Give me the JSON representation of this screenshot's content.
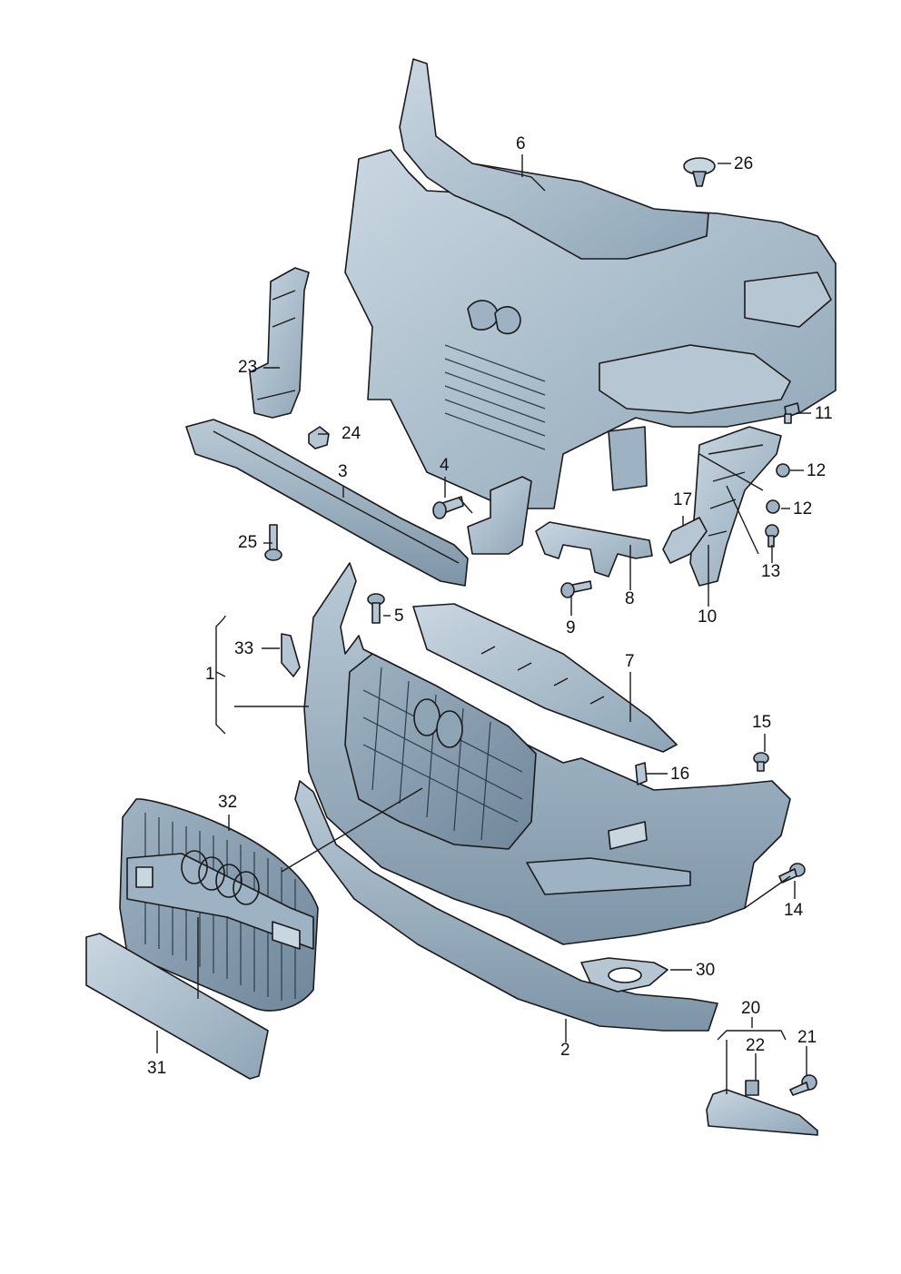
{
  "labels": {
    "l1": "1",
    "l2": "2",
    "l3": "3",
    "l4": "4",
    "l5": "5",
    "l6": "6",
    "l7": "7",
    "l8": "8",
    "l9": "9",
    "l10": "10",
    "l11": "11",
    "l12a": "12",
    "l12b": "12",
    "l13": "13",
    "l14": "14",
    "l15": "15",
    "l16": "16",
    "l17": "17",
    "l20": "20",
    "l21": "21",
    "l22": "22",
    "l23": "23",
    "l24": "24",
    "l25": "25",
    "l26": "26",
    "l30": "30",
    "l31": "31",
    "l32": "32",
    "l33": "33"
  },
  "colors": {
    "part_fill": "#a9bdcb",
    "part_fill_light": "#c8d6e0",
    "part_fill_dark": "#7f96a8",
    "line": "#1a1a1a",
    "background": "#ffffff"
  }
}
